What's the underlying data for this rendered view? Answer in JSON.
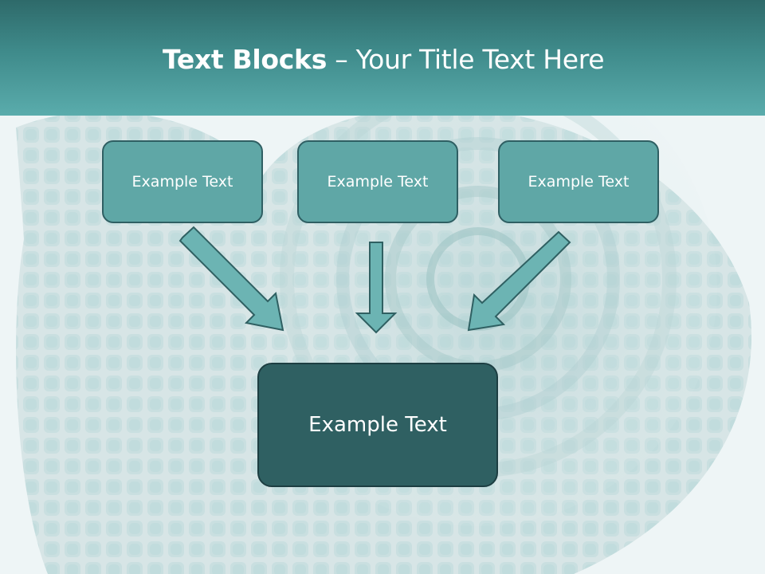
{
  "header": {
    "title_bold": "Text Blocks",
    "title_sep": " – ",
    "title_rest": "Your Title Text Here"
  },
  "blocks": {
    "left": "Example Text",
    "center": "Example Text",
    "right": "Example Text",
    "bottom": "Example Text"
  },
  "colors": {
    "header": "#3f8b8b",
    "box": "#5fa7a6",
    "box_border": "#2f5f63",
    "big_box": "#2f6062",
    "arrow": "#6cb4b3"
  }
}
